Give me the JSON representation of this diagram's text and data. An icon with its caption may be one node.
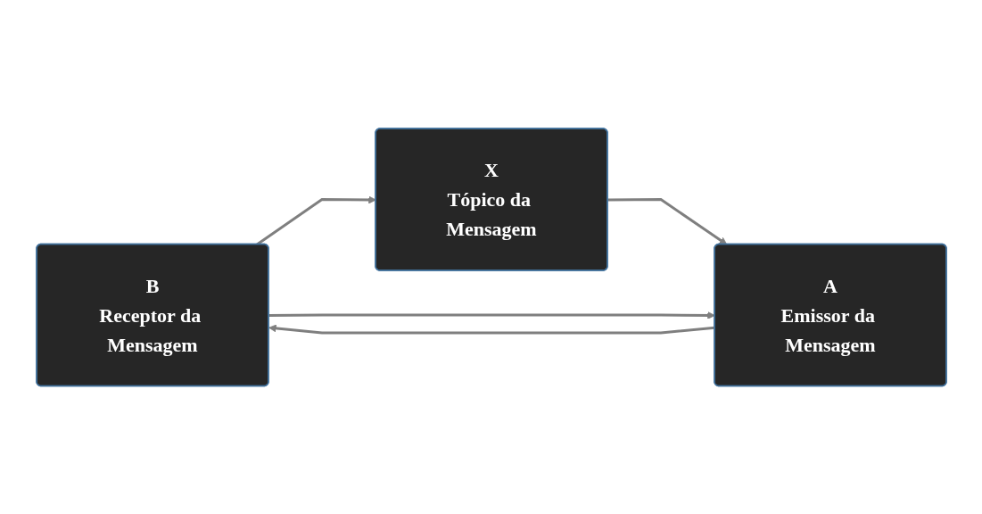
{
  "diagram": {
    "nodes": [
      {
        "text": [
          "X",
          "Tópico da Mensagem"
        ]
      },
      {
        "text": [
          "B",
          "Receptor da Mensagem"
        ]
      },
      {
        "text": [
          "A",
          "Emissor da Mensagem"
        ]
      }
    ],
    "edges": [
      {
        "from": 1,
        "to": 0,
        "arrow": "to"
      },
      {
        "from": 0,
        "to": 2,
        "arrow": "to"
      },
      {
        "from": 1,
        "to": 2,
        "arrow": "to"
      },
      {
        "from": 2,
        "to": 1,
        "arrow": "to"
      }
    ]
  }
}
